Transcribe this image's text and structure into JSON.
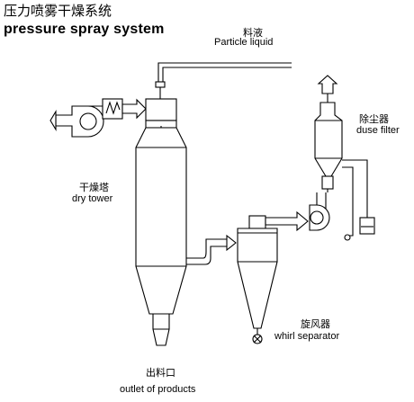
{
  "title": {
    "cn": "压力喷雾干燥系统",
    "en": "pressure spray system"
  },
  "labels": {
    "feed_cn": "料液",
    "feed_en": "Particle liquid",
    "dust_filter_cn": "除尘器",
    "dust_filter_en": "duse filter",
    "dry_tower_cn": "干燥塔",
    "dry_tower_en": "dry tower",
    "cyclone_cn": "旋风器",
    "cyclone_en": "whirl separator",
    "outlet_cn": "出料口",
    "outlet_en": "outlet of products"
  }
}
